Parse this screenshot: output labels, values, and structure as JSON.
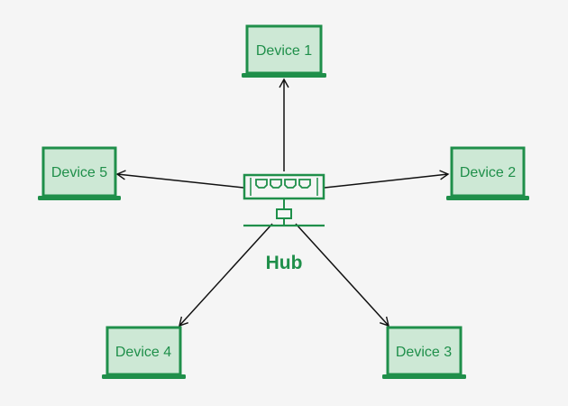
{
  "colors": {
    "background": "#f5f5f5",
    "device_fill": "#cde8d5",
    "device_stroke": "#1f8f4a",
    "hub_stroke": "#1f8f4a",
    "arrow": "#111111",
    "label": "#1f8f4a"
  },
  "hub": {
    "label": "Hub",
    "icon": "network-hub-icon"
  },
  "devices": [
    {
      "id": "device-1",
      "label": "Device 1",
      "icon": "laptop-icon"
    },
    {
      "id": "device-2",
      "label": "Device 2",
      "icon": "laptop-icon"
    },
    {
      "id": "device-3",
      "label": "Device 3",
      "icon": "laptop-icon"
    },
    {
      "id": "device-4",
      "label": "Device 4",
      "icon": "laptop-icon"
    },
    {
      "id": "device-5",
      "label": "Device 5",
      "icon": "laptop-icon"
    }
  ],
  "connections": [
    {
      "from": "hub",
      "to": "device-1"
    },
    {
      "from": "hub",
      "to": "device-2"
    },
    {
      "from": "hub",
      "to": "device-3"
    },
    {
      "from": "hub",
      "to": "device-4"
    },
    {
      "from": "hub",
      "to": "device-5"
    }
  ]
}
